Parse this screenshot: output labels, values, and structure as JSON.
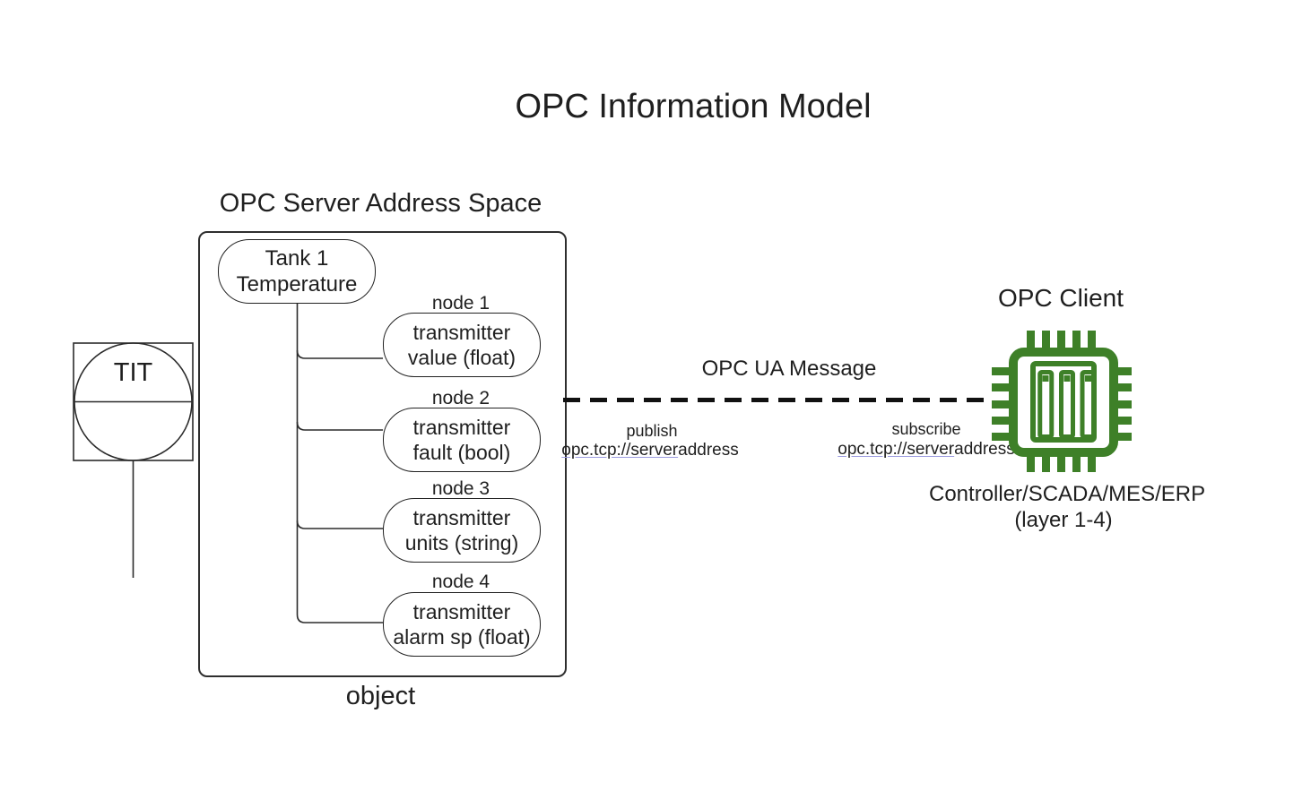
{
  "title": "OPC Information Model",
  "instrument": {
    "label": "TIT"
  },
  "server": {
    "heading": "OPC Server Address Space",
    "root_line1": "Tank 1",
    "root_line2": "Temperature",
    "caption": "object",
    "nodes": [
      {
        "tag": "node 1",
        "line1": "transmitter",
        "line2": "value (float)"
      },
      {
        "tag": "node 2",
        "line1": "transmitter",
        "line2": "fault (bool)"
      },
      {
        "tag": "node 3",
        "line1": "transmitter",
        "line2": "units (string)"
      },
      {
        "tag": "node 4",
        "line1": "transmitter",
        "line2": "alarm sp (float)"
      }
    ]
  },
  "message": {
    "label": "OPC UA Message",
    "publish_action": "publish",
    "publish_url_link": "opc.tcp://server",
    "publish_url_rest": "address",
    "subscribe_action": "subscribe",
    "subscribe_url_link": "opc.tcp://server",
    "subscribe_url_rest": "address"
  },
  "client": {
    "heading": "OPC Client",
    "icon": "chip-icon",
    "caption_line1": "Controller/SCADA/MES/ERP",
    "caption_line2": "(layer 1-4)"
  },
  "colors": {
    "chip_green": "#3E8028",
    "diagram_stroke": "#2b2b2b",
    "dash_black": "#111111",
    "link_underline": "#9b9bdf"
  }
}
